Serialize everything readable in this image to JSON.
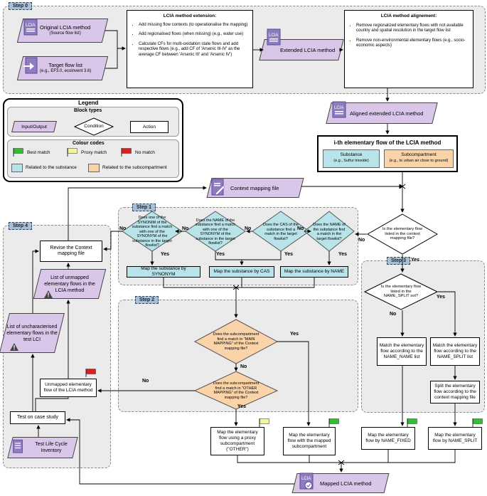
{
  "step0": {
    "tag": "Step 0",
    "original": {
      "title": "Original LCIA method",
      "sub": "(Source flow list)"
    },
    "target": {
      "title": "Target flow list",
      "sub": "(e.g., EF3.0, ecoinvent 3.6)"
    },
    "extension": {
      "title": "LCIA method extension:",
      "items": [
        "Add missing flow contexts (to operationalise the mapping)",
        "Add regionalised flows (when missing) (e.g., water use)",
        "Calculate CFs for multi-oxidation state flows and add respective flows (e.g., add CF of 'Arsenic III-IV' as the average CF between 'Arsenic III' and 'Arsenic IV')"
      ]
    },
    "extended": "Extended LCIA method",
    "alignment": {
      "title": "LCIA method alignement:",
      "items": [
        "Remove regionalized elementary flows with not available country  and spatial resolution in the target flow list",
        "Remove non-environmental elementary flows (e.g., socio-economic aspects)"
      ]
    }
  },
  "aligned": "Aligned extended LCIA method",
  "legend": {
    "title": "Legend",
    "block_types": "Block types",
    "io": "Input/Output",
    "condition": "Condition",
    "action": "Action",
    "colour_codes": "Colour codes",
    "best": "Best match",
    "proxy": "Proxy match",
    "no": "No match",
    "substance": "Related to the substance",
    "subcompartment": "Related to the subcompartment"
  },
  "colors": {
    "green": "#2fbf2f",
    "yellow": "#f2f59a",
    "red": "#e01c1c",
    "teal": "#b8e4e9",
    "orange": "#fbd3a8",
    "purple": "#d9c6e8"
  },
  "ith": {
    "title": "i-th elementary flow of the LCIA method",
    "substance": "Substance",
    "substance_ex": "(e.g., Sulfur trioxide)",
    "subcomp": "Subcompartment",
    "subcomp_ex": "(e.g., to urban air close to ground)"
  },
  "context_file": "Context mapping file",
  "step1": {
    "tag": "Step 1",
    "q_synonym": "Does one of the SYNONIM of the substance find a match with one of the SYNONYM of the substance in the target flowlist?",
    "q_name_syn": "Does the NAME of the substance find a match with one of the SYNONYM of the substance in the target flowlist?",
    "q_cas": "Does the CAS of the substance find a match in the target flowlist?",
    "q_name": "Does the NAME of the substance find a match in the target flowlist?",
    "a_synonym": "Map the substance by SYNONYM",
    "a_cas": "Map the substance by CAS",
    "a_name": "Map the substance by NAME"
  },
  "context_q": "Is the elementary flow listed in the context mapping file?",
  "step2": {
    "tag": "Step 2",
    "q_main": "Does the subcompartment find a match in \"MAIN MAPPING\" of the Context mapping file?",
    "q_other": "Does the subcompartment find a match in \"OTHER MAPPING\" of the Context mapping file?",
    "a_proxy": "Map the elementary flow using a proxy subcompartment (\"OTHER\")",
    "a_mapped": "Map the elementary flow with the mapped subcompartment"
  },
  "step3": {
    "tag": "Step 3",
    "q_split": "Is the elementary flow listed in the NAME_SPLIT sot?",
    "a_name_list": "Match the elementary flow according to the NAME_NAME list",
    "a_split_list": "Match the elementary flow according to the NAME_SPLIT list",
    "a_split_ctx": "Split the elementary flow according to the context mapping file",
    "a_fixed": "Map the elementary flow by NAME_FIXED",
    "a_split": "Map the elementary flow by NAME_SPLIT"
  },
  "step4": {
    "tag": "Step 4",
    "revise": "Revise the Context mapping file",
    "unmapped_list": "List of unmapped elementary flows in the LCIA method",
    "unchar": "List of uncharacterised elementary flows in the test LCI",
    "unmapped": "Unmapped elementary flow of the LCIA method",
    "test": "Test on case study",
    "inventory": "Test Life Cycle Inventory"
  },
  "mapped": "Mapped LCIA method",
  "yes": "Yes",
  "no": "No"
}
